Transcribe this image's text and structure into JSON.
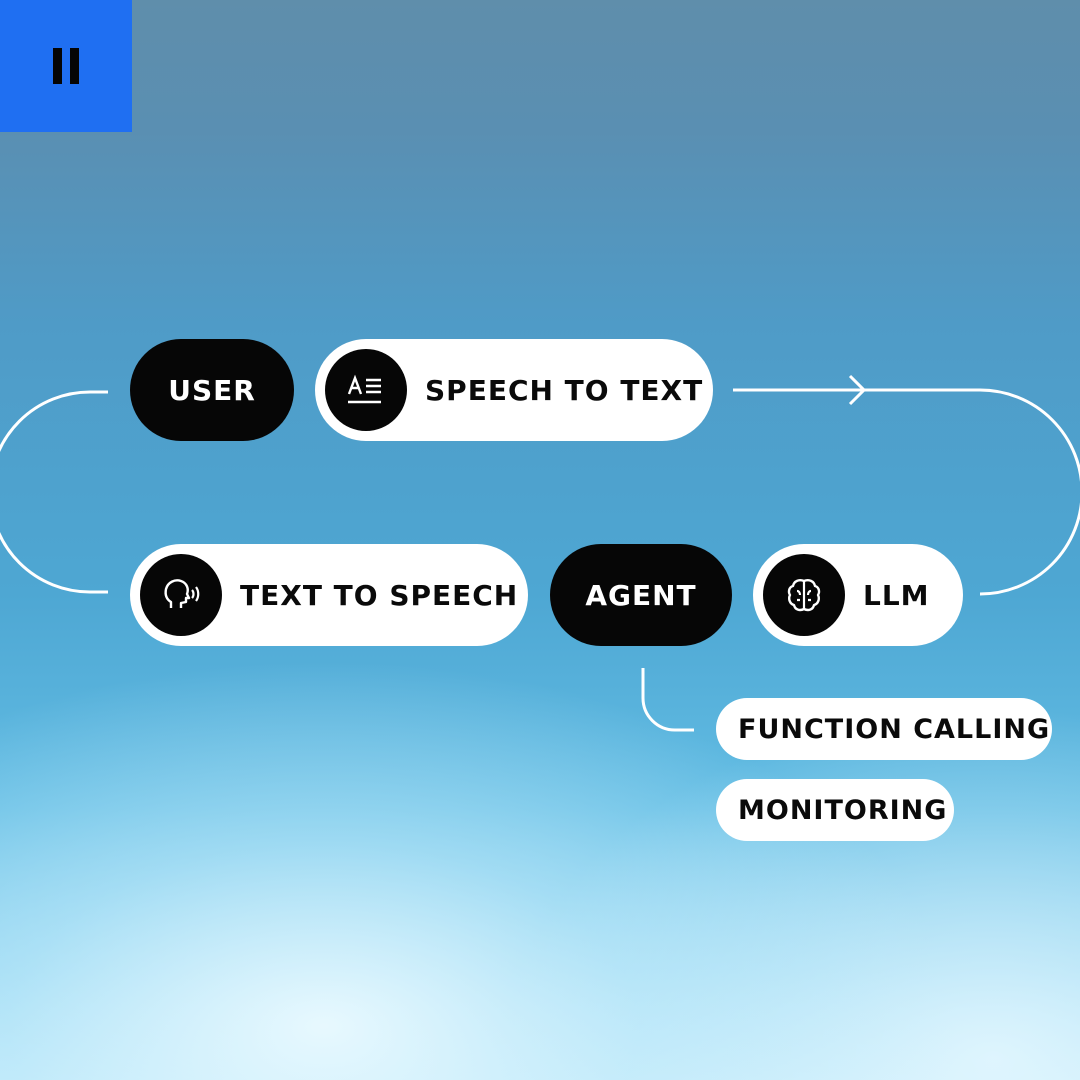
{
  "controls": {
    "pause_icon": "pause-icon",
    "accent": "#1f6ff2"
  },
  "diagram": {
    "nodes": {
      "user": "USER",
      "speech_to_text": "SPEECH TO TEXT",
      "text_to_speech": "TEXT TO SPEECH",
      "agent": "AGENT",
      "llm": "LLM"
    },
    "tags": {
      "function_calling": "FUNCTION CALLING",
      "monitoring": "MONITORING"
    },
    "icons": {
      "speech_to_text": "text-transcript-icon",
      "text_to_speech": "speaking-head-icon",
      "llm": "brain-icon"
    }
  }
}
